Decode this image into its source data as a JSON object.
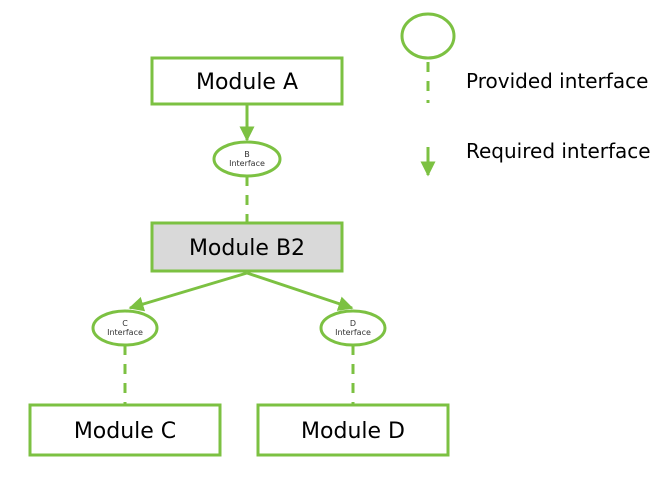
{
  "colors": {
    "accent": "#7cc142",
    "module_fill": "#ffffff",
    "highlight_fill": "#d9d9d9",
    "text": "#000000"
  },
  "modules": {
    "a": {
      "label": "Module A"
    },
    "b2": {
      "label": "Module B2"
    },
    "c": {
      "label": "Module C"
    },
    "d": {
      "label": "Module D"
    }
  },
  "interfaces": {
    "b": {
      "line1": "B",
      "line2": "Interface"
    },
    "c": {
      "line1": "C",
      "line2": "Interface"
    },
    "d": {
      "line1": "D",
      "line2": "Interface"
    }
  },
  "legend": {
    "provided": "Provided interface",
    "required": "Required interface"
  }
}
